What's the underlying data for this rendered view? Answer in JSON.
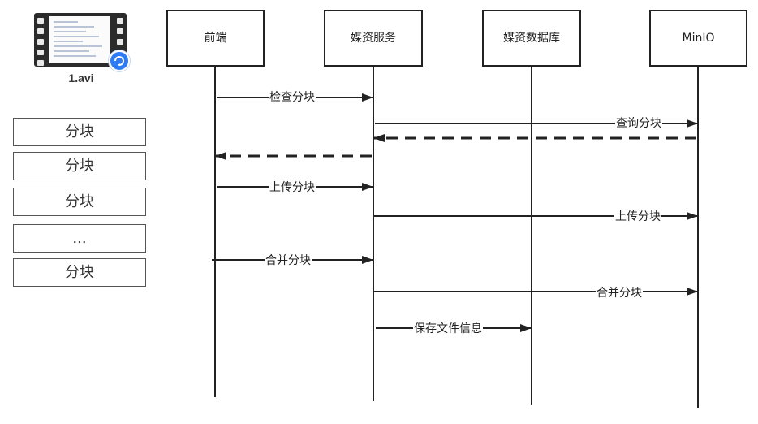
{
  "file": {
    "name": "1.avi",
    "icon": "video-file-icon"
  },
  "chunks": [
    "分块",
    "分块",
    "分块",
    "...",
    "分块"
  ],
  "actors": [
    "前端",
    "媒资服务",
    "媒资数据库",
    "MinIO"
  ],
  "messages": [
    "检查分块",
    "查询分块",
    "上传分块",
    "上传分块",
    "合并分块",
    "合并分块",
    "保存文件信息"
  ],
  "colors": {
    "line": "#222222",
    "box_border": "#555555",
    "badge": "#2f7bf5"
  }
}
